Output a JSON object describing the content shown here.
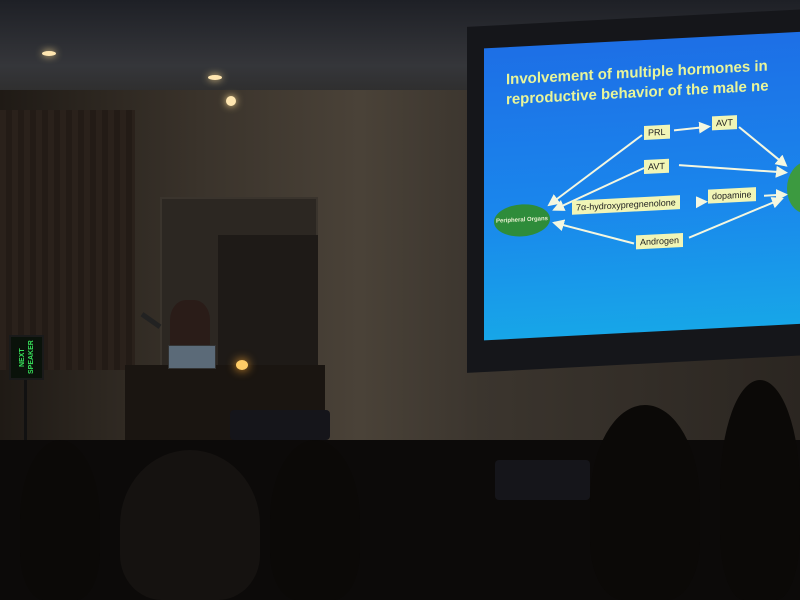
{
  "slide": {
    "title_line1": "Involvement of multiple hormones in",
    "title_line2": "reproductive behavior of the male ne",
    "nodes": {
      "peripheral": "Peripheral Organs",
      "prl": "PRL",
      "avt_top": "AVT",
      "avt_mid": "AVT",
      "hydroxy": "7α-hydroxypregnenolone",
      "dopamine": "dopamine",
      "androgen": "Androgen"
    }
  },
  "sign": {
    "text": "NEXT SPEAKER"
  },
  "colors": {
    "slide_bg": "#1a86ec",
    "title": "#e8f59a",
    "box": "#f1f5b6",
    "node_green": "#2e8c3a",
    "sign_text": "#38e05a"
  }
}
